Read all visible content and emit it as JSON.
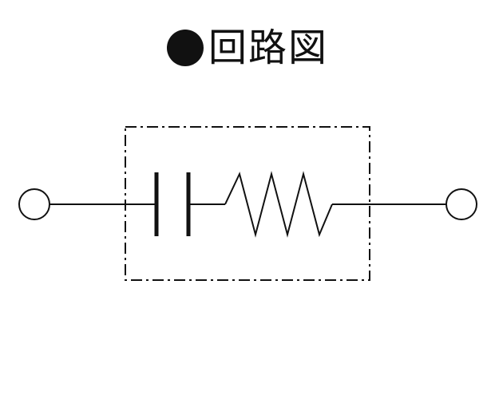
{
  "title": {
    "text": "回路図",
    "bullet_icon": "filled-circle-bullet"
  },
  "diagram": {
    "components": [
      {
        "type": "terminal",
        "id": "terminal-left"
      },
      {
        "type": "capacitor",
        "id": "capacitor"
      },
      {
        "type": "resistor",
        "id": "resistor"
      },
      {
        "type": "terminal",
        "id": "terminal-right"
      }
    ],
    "enclosure": "dash-dot-boundary",
    "colors": {
      "line": "#111111",
      "background": "#ffffff"
    }
  }
}
